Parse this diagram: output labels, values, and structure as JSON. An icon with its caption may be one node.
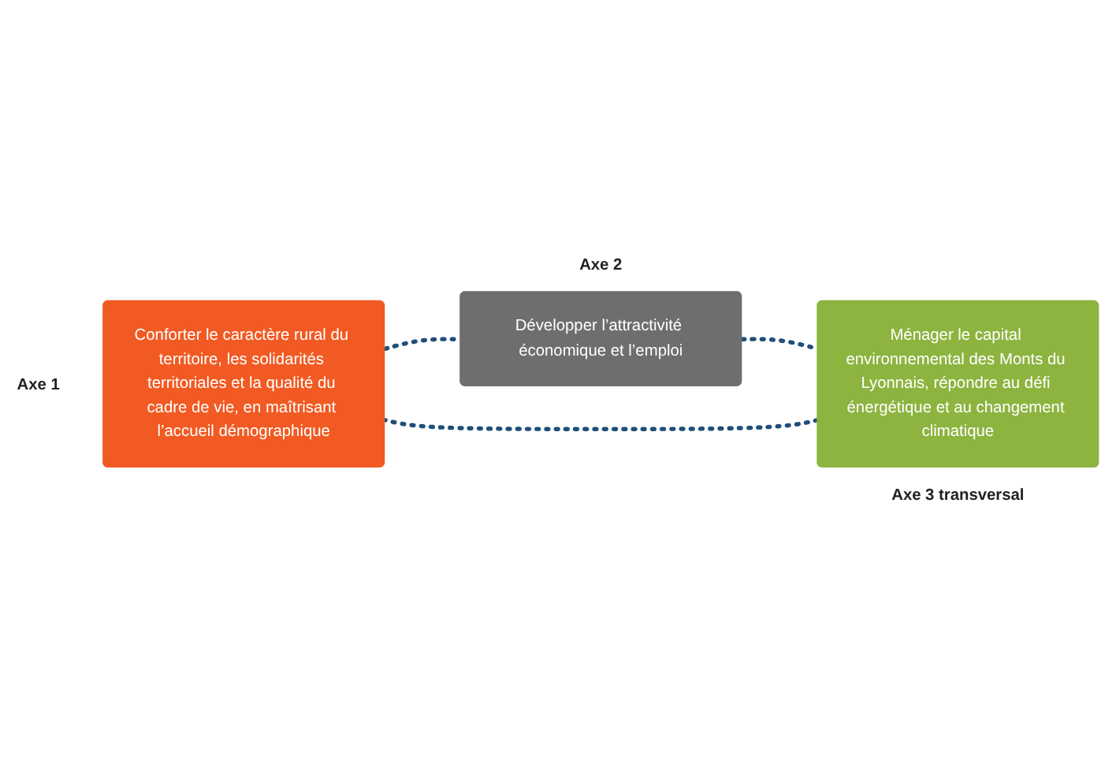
{
  "diagram": {
    "nodes": [
      {
        "text": [
          "Conforter le caractère rural du territoire, les solidarités territoriales et la qualité du cadre de vie, en maîtrisant l’accueil démographique"
        ],
        "beside": [
          "Axe 1"
        ]
      },
      {
        "text": [
          "Développer l’attractivité économique et l’emploi"
        ],
        "beside": [
          "Axe 2"
        ]
      },
      {
        "text": [
          "Ménager le capital environnemental des Monts du Lyonnais, répondre au défi énergétique et au changement climatique"
        ],
        "beside": [
          "Axe 3 transversal"
        ]
      }
    ],
    "edges": [
      {
        "from": 0,
        "to": 1,
        "arrow": "none",
        "style": "dashed"
      },
      {
        "from": 1,
        "to": 2,
        "arrow": "none",
        "style": "dashed"
      },
      {
        "from": 2,
        "to": 0,
        "arrow": "none",
        "style": "dashed"
      }
    ]
  }
}
